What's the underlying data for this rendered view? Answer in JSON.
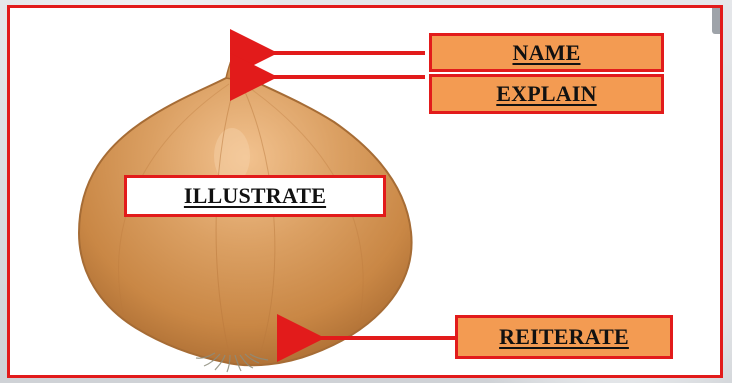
{
  "labels": {
    "name": "NAME",
    "explain": "EXPLAIN",
    "illustrate": "ILLUSTRATE",
    "reiterate": "REITERATE"
  },
  "colors": {
    "border_red": "#e21b1b",
    "orange_box": "#f39b52",
    "onion_main": "#d8934f",
    "onion_shadow": "#b86c2f"
  },
  "illustration": {
    "subject": "onion-icon"
  }
}
